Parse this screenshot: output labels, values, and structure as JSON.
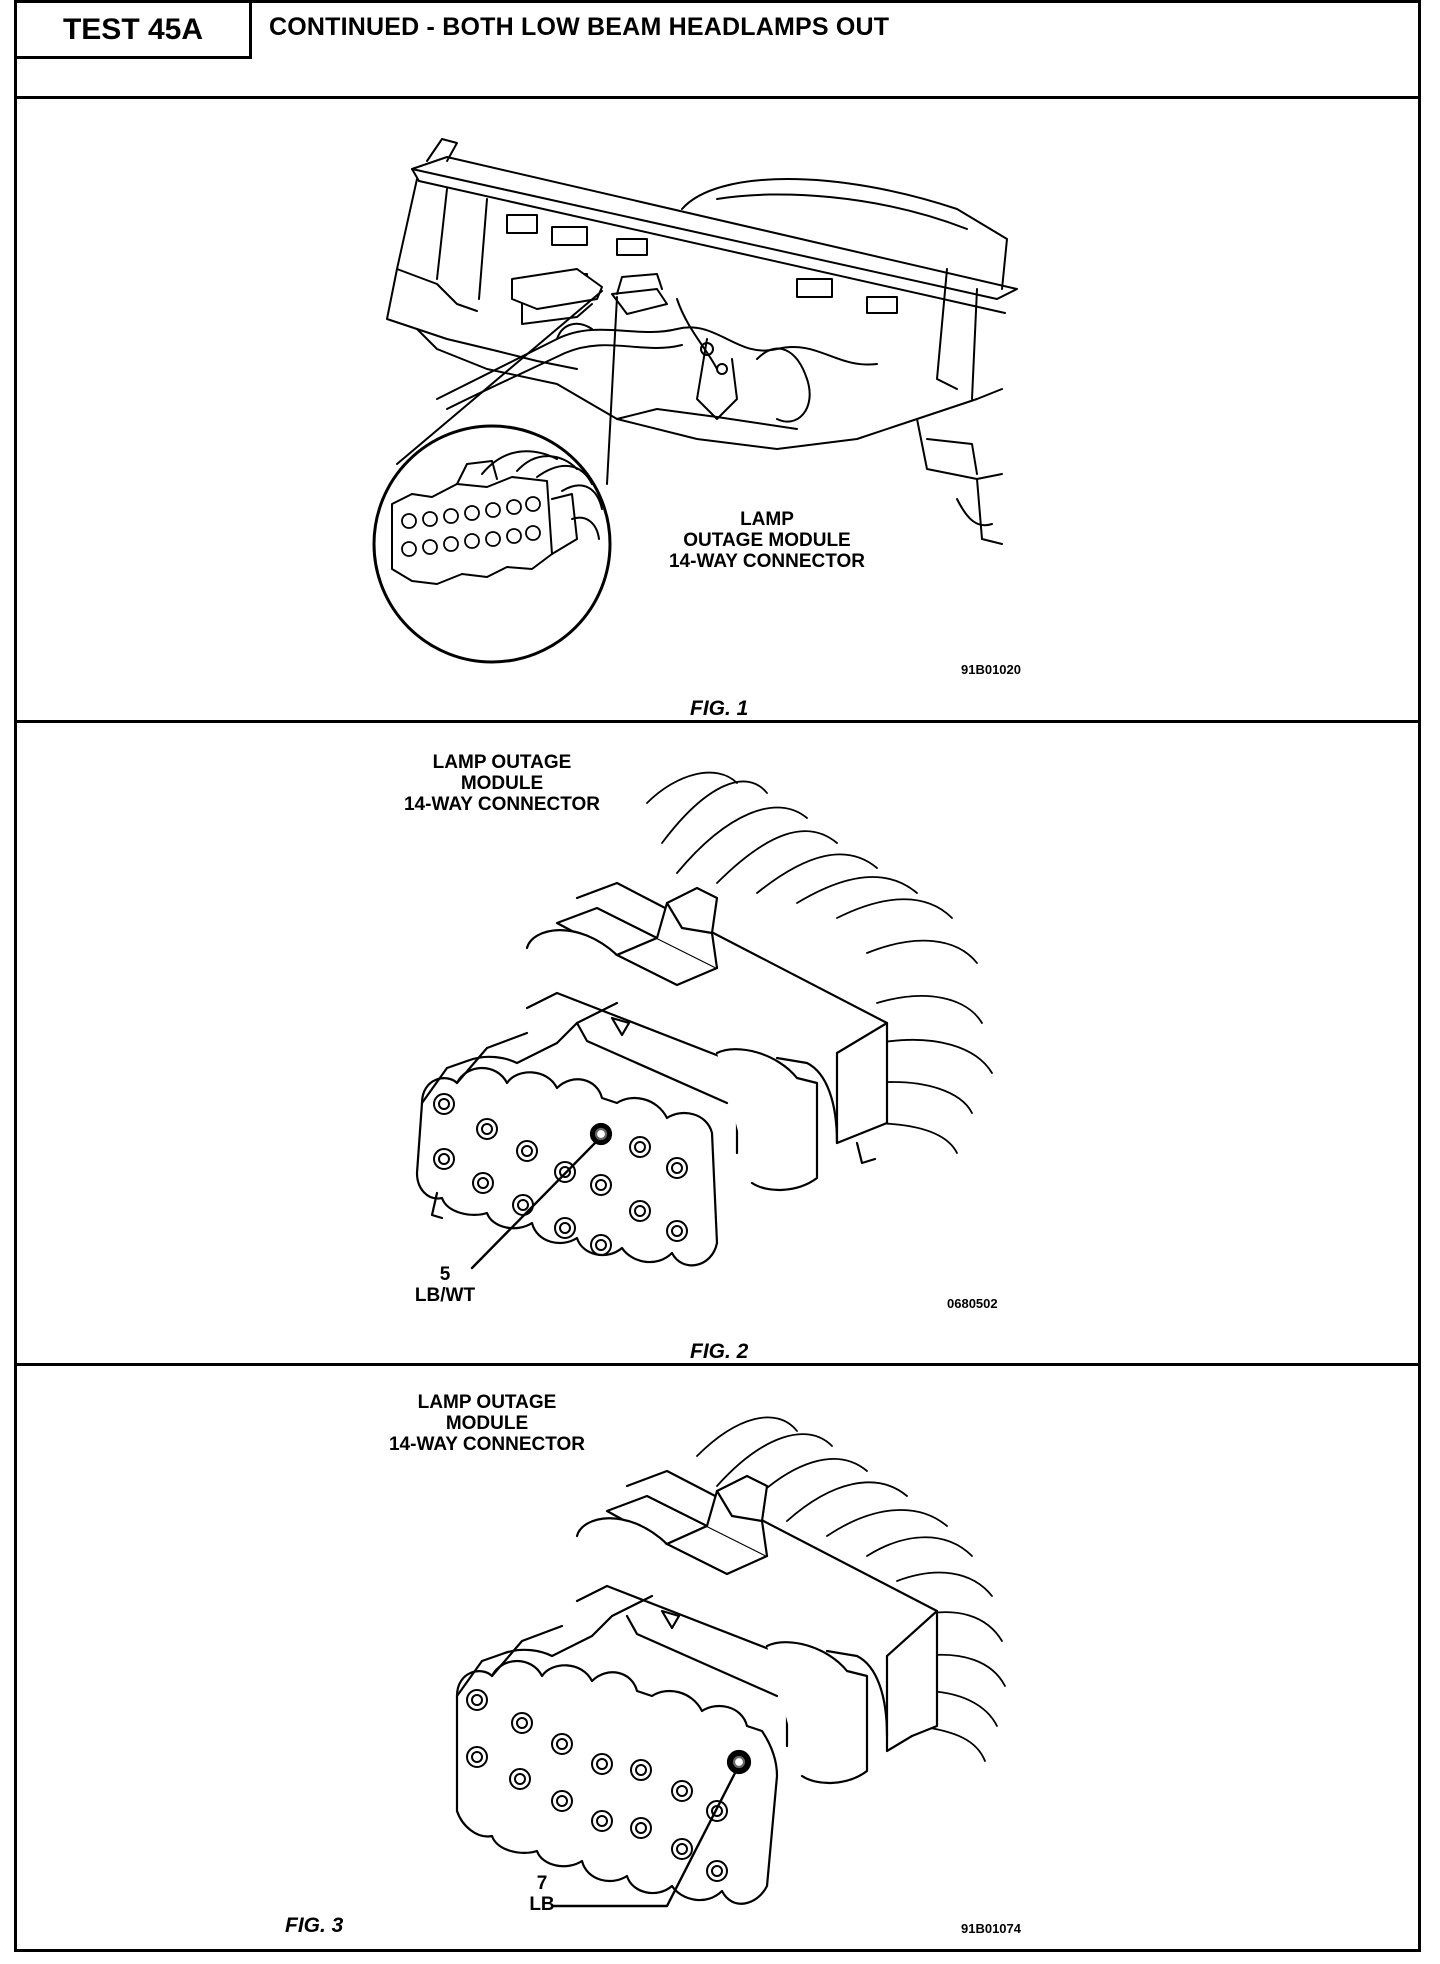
{
  "header": {
    "test_label": "TEST 45A",
    "title": "CONTINUED - BOTH LOW BEAM HEADLAMPS OUT"
  },
  "figures": [
    {
      "caption": "FIG. 1",
      "callout": [
        "LAMP",
        "OUTAGE MODULE",
        "14-WAY CONNECTOR"
      ],
      "ref_code": "91B01020"
    },
    {
      "caption": "FIG. 2",
      "callout": [
        "LAMP OUTAGE",
        "MODULE",
        "14-WAY CONNECTOR"
      ],
      "pin_number": "5",
      "wire_color": "LB/WT",
      "ref_code": "0680502"
    },
    {
      "caption": "FIG. 3",
      "callout": [
        "LAMP OUTAGE",
        "MODULE",
        "14-WAY CONNECTOR"
      ],
      "pin_number": "7",
      "wire_color": "LB",
      "ref_code": "91B01074"
    }
  ]
}
